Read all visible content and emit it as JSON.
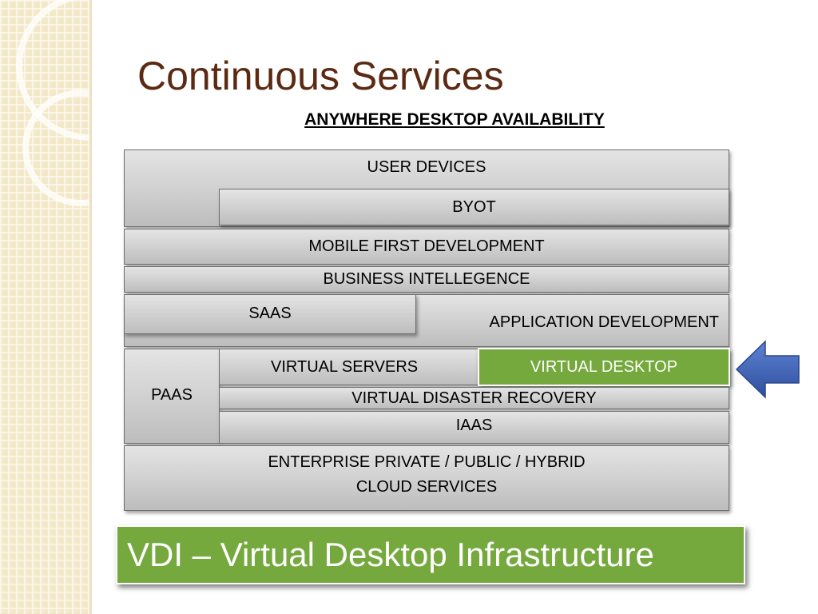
{
  "slide": {
    "title": "Continuous Services",
    "subtitle": "ANYWHERE DESKTOP AVAILABILITY",
    "banner": "VDI – Virtual Desktop Infrastructure"
  },
  "layers": {
    "user_devices": "USER DEVICES",
    "byot": "BYOT",
    "mobile_first": "MOBILE FIRST DEVELOPMENT",
    "business_intelligence": "BUSINESS INTELLEGENCE",
    "saas": "SAAS",
    "application_development": "APPLICATION DEVELOPMENT",
    "paas": "PAAS",
    "virtual_servers": "VIRTUAL SERVERS",
    "virtual_desktop": "VIRTUAL DESKTOP",
    "virtual_disaster_recovery": "VIRTUAL DISASTER RECOVERY",
    "iaas": "IAAS",
    "cloud_services_line1": "ENTERPRISE PRIVATE / PUBLIC / HYBRID",
    "cloud_services_line2": "CLOUD SERVICES"
  },
  "colors": {
    "title": "#5c2a12",
    "accent_green": "#75a83d",
    "arrow_blue": "#3d5fb0",
    "box_gray": "#cfcfcf"
  },
  "icons": {
    "pointer": "left-arrow-icon"
  }
}
